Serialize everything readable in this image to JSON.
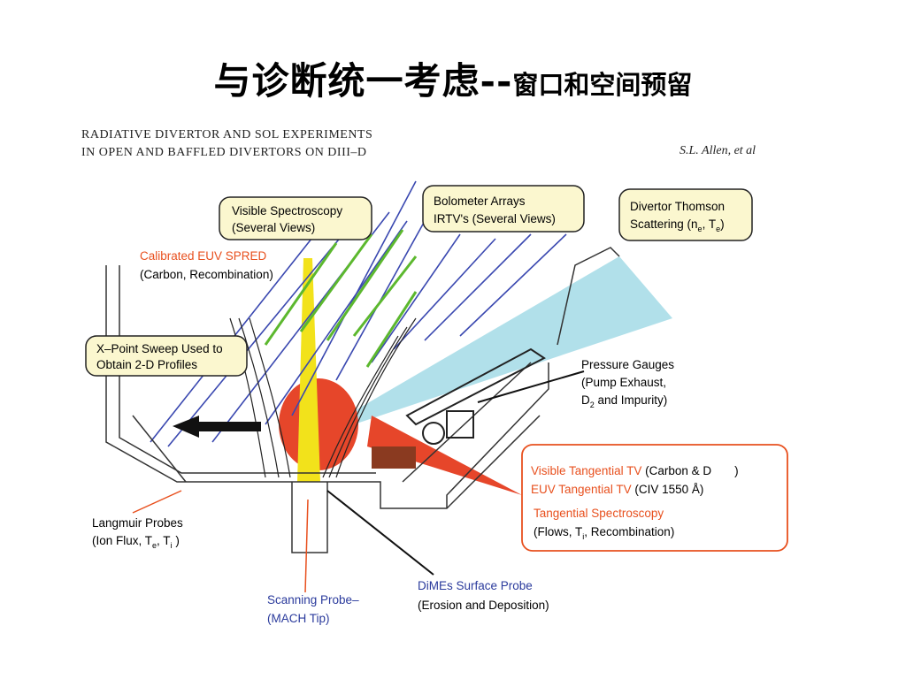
{
  "title": {
    "main": "与诊断统一考虑--",
    "sub": "窗口和空间预留"
  },
  "paper": {
    "line1": "RADIATIVE DIVERTOR AND SOL EXPERIMENTS",
    "line2": "IN OPEN AND BAFFLED DIVERTORS ON DIII–D",
    "author": "S.L. Allen, et al"
  },
  "labels": {
    "visible_spec": [
      "Visible Spectroscopy",
      "(Several Views)"
    ],
    "bolometer": [
      "Bolometer Arrays",
      "IRTV's  (Several Views)"
    ],
    "thomson": [
      "Divertor Thomson",
      "Scattering (n",
      "e",
      ", T",
      "e",
      ")"
    ],
    "euv_spred": [
      "Calibrated EUV SPRED",
      "(Carbon, Recombination)"
    ],
    "xpoint": [
      "X–Point Sweep Used to",
      "Obtain 2-D Profiles"
    ],
    "pressure": [
      "Pressure Gauges",
      "(Pump Exhaust,",
      "D",
      "2",
      " and Impurity)"
    ],
    "tangential": {
      "visible_tv_colored": "Visible Tangential TV",
      "visible_tv_rest": " (Carbon & D",
      "visible_tv_end": ")",
      "euv_tv_colored": "EUV Tangential TV",
      "euv_tv_rest": " (CIV 1550 Å)",
      "spec_colored": "Tangential Spectroscopy",
      "spec_rest_a": "(Flows, T",
      "spec_sub": "i",
      "spec_rest_b": ", Recombination)"
    },
    "langmuir": [
      "Langmuir Probes",
      "(Ion Flux, T",
      "e",
      ", T",
      "i",
      " )"
    ],
    "scanning": [
      "Scanning Probe–",
      "(MACH Tip)"
    ],
    "dimes": [
      "DiMEs Surface Probe",
      "(Erosion and Deposition)"
    ]
  },
  "colors": {
    "orange_text": "#e8501e",
    "blue_text": "#2a3a9c",
    "box_fill": "#fbf7cf",
    "beam_cyan": "#a8dde8",
    "red_plasma": "#e6462a",
    "yellow_beam": "#f2e21b",
    "green_lines": "#5cb82e",
    "blue_lines": "#3a48b0"
  }
}
